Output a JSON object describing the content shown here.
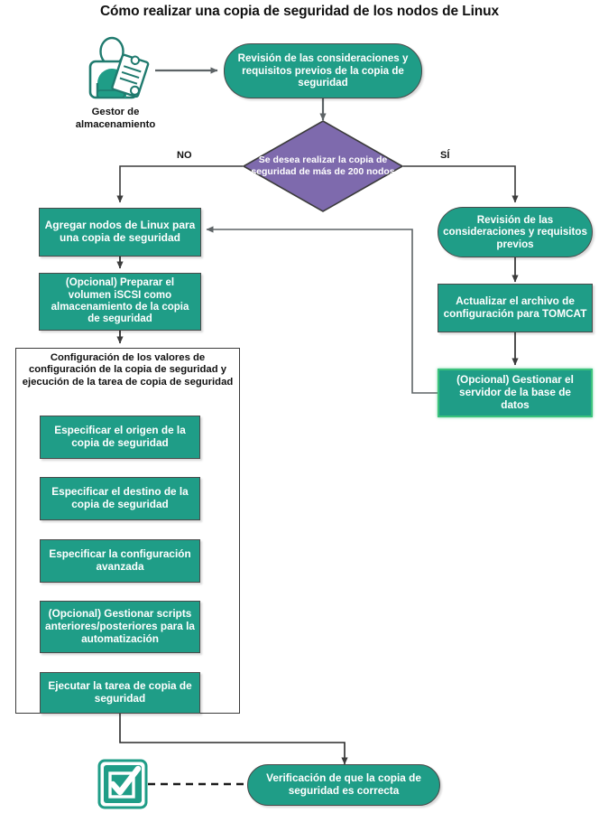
{
  "title": "Cómo realizar una copia de seguridad de los nodos de Linux",
  "colors": {
    "teal": "#1f9d87",
    "purple": "#7e6aad",
    "highlight_green": "#3ac27c",
    "node_border": "#4a4a4a",
    "connector": "#3b3b3b",
    "text_light": "#ffffff",
    "text_dark": "#111111",
    "background": "#ffffff"
  },
  "actor": {
    "icon": "storage-manager-person-icon",
    "caption_line1": "Gestor de",
    "caption_line2": "almacenamiento"
  },
  "start_node": {
    "label": "Revisión de las consideraciones y requisitos previos de la copia de seguridad",
    "shape": "rounded"
  },
  "decision": {
    "label": "Se desea realizar la copia de seguridad de más de 200 nodos",
    "shape": "diamond",
    "branch_no": "NO",
    "branch_yes": "SÍ"
  },
  "left_branch": {
    "nodes": [
      {
        "label": "Agregar nodos de Linux para una copia de seguridad"
      },
      {
        "label": "(Opcional) Preparar el volumen iSCSI como almacenamiento de la copia de seguridad"
      }
    ]
  },
  "group": {
    "title": "Configuración de los valores de configuración de la copia de seguridad y ejecución de la tarea de copia de seguridad",
    "nodes": [
      {
        "label": "Especificar el origen de la copia de seguridad"
      },
      {
        "label": "Especificar el destino de la copia de seguridad"
      },
      {
        "label": "Especificar la configuración avanzada"
      },
      {
        "label": "(Opcional) Gestionar scripts anteriores/posteriores para la automatización"
      },
      {
        "label": "Ejecutar la tarea de copia de seguridad"
      }
    ]
  },
  "right_branch": {
    "nodes": [
      {
        "label": "Revisión de las consideraciones y requisitos previos",
        "shape": "rounded",
        "highlighted": false
      },
      {
        "label": "Actualizar el archivo de configuración para TOMCAT",
        "shape": "rect",
        "highlighted": false
      },
      {
        "label": "(Opcional) Gestionar el servidor de la base de datos",
        "shape": "rect",
        "highlighted": true
      }
    ]
  },
  "end_node": {
    "label": "Verificación de que la copia de seguridad es correcta",
    "shape": "rounded"
  },
  "end_icon": {
    "icon": "checkbox-checked-icon"
  }
}
